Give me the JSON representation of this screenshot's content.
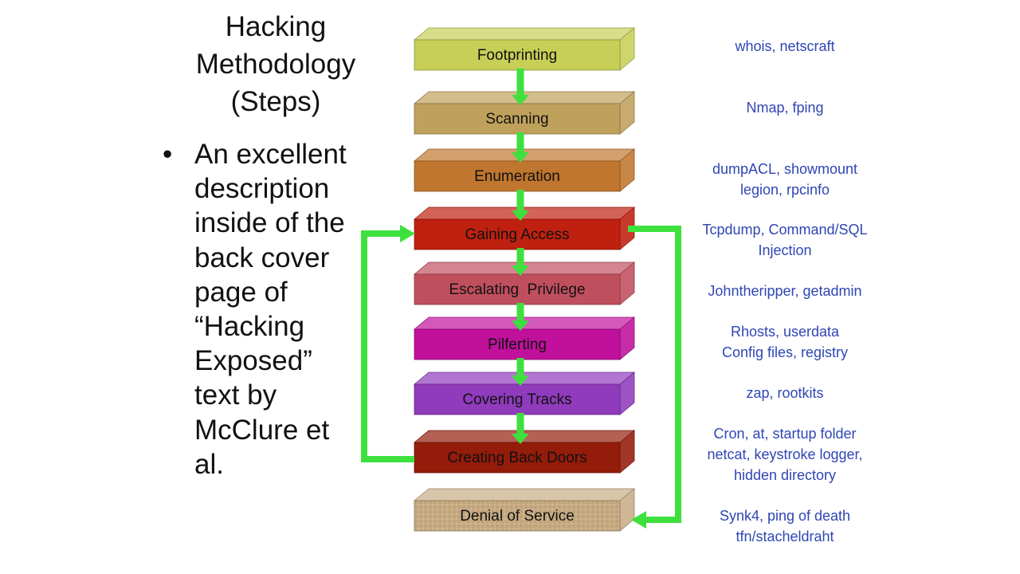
{
  "slide": {
    "title_lines": [
      "Hacking",
      "Methodology",
      "(Steps)"
    ],
    "bullet": {
      "marker": "•",
      "lines": [
        "An excellent",
        "description",
        "inside of the",
        "back cover",
        "page of",
        "“Hacking",
        "Exposed”",
        "text by",
        "McClure et",
        "al."
      ]
    }
  },
  "steps": [
    {
      "label": "Footprinting",
      "color": "#c7cf57"
    },
    {
      "label": "Scanning",
      "color": "#c0a15b"
    },
    {
      "label": "Enumeration",
      "color": "#c0762e"
    },
    {
      "label": "Gaining Access",
      "color": "#c0200f"
    },
    {
      "label": "Escalating  Privilege",
      "color": "#c04f5e"
    },
    {
      "label": "Pilferting",
      "color": "#c0109c"
    },
    {
      "label": "Covering Tracks",
      "color": "#8f3bbc"
    },
    {
      "label": "Creating Back Doors",
      "color": "#941c0a"
    },
    {
      "label": "Denial of Service",
      "color": "#c9ad86"
    }
  ],
  "tools": [
    [
      "whois, netscraft"
    ],
    [
      "Nmap, fping"
    ],
    [
      "dumpACL, showmount",
      "legion, rpcinfo"
    ],
    [
      "Tcpdump, Command/SQL",
      "Injection"
    ],
    [
      "Johntheripper, getadmin"
    ],
    [
      "Rhosts, userdata",
      "Config files, registry"
    ],
    [
      "zap, rootkits"
    ],
    [
      "Cron, at, startup folder",
      "netcat, keystroke logger,",
      "hidden directory"
    ],
    [
      "Synk4, ping of death",
      "tfn/stacheldraht"
    ]
  ],
  "colors": {
    "arrow": "#3ee03e",
    "tool_text": "#2f46b4"
  }
}
